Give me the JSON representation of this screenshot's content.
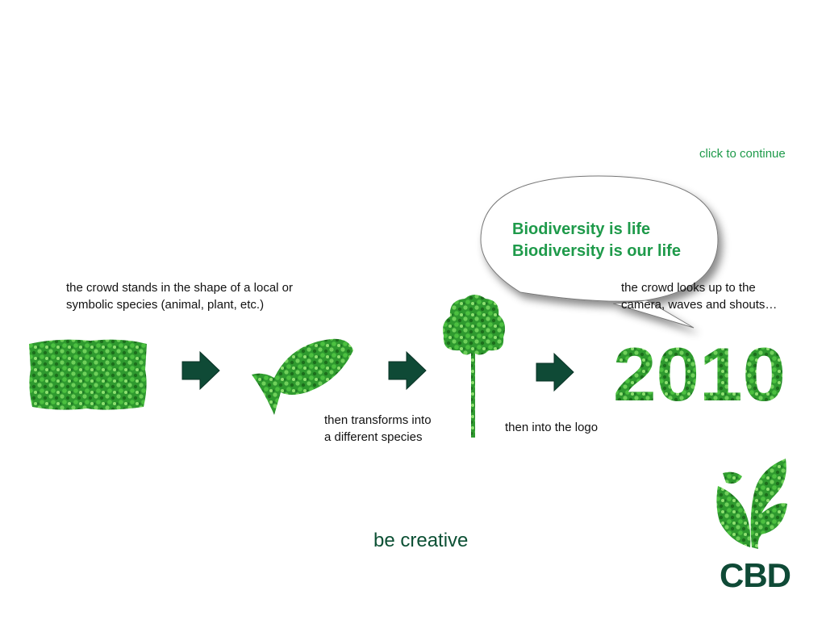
{
  "slide": {
    "click_to_continue": "click to continue",
    "speech_bubble": {
      "line1": "Biodiversity is life",
      "line2": "Biodiversity is our life"
    },
    "steps": {
      "step1_line1": "the crowd stands in the shape of a local or",
      "step1_line2": "symbolic species (animal, plant, etc.)",
      "step2_line1": "then transforms into",
      "step2_line2": "a different species",
      "step3": "then into the logo",
      "step4_line1": "the crowd looks up to the",
      "step4_line2": "camera, waves and shouts…"
    },
    "logo_2010_text": "2010",
    "footer": "be creative",
    "cbd_logo_text": "CBD",
    "icons": [
      "crowd-icon",
      "fish-icon",
      "tree-icon",
      "arrow-right-icon",
      "logo-2010-icon",
      "cbd-logo-icon"
    ],
    "colors": {
      "accent_green": "#1e9a4a",
      "dark_green": "#0c5034",
      "arrow_green": "#0f4a36",
      "foliage_green": "#3aa83a"
    }
  }
}
